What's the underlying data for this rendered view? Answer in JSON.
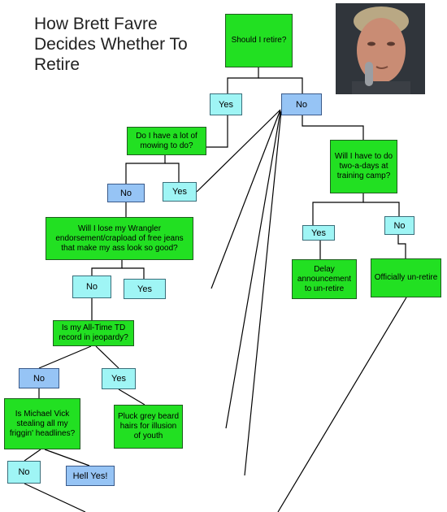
{
  "title": "How Brett Favre Decides Whether To Retire",
  "photo": {
    "description_icon": "portrait-photo"
  },
  "nodes": {
    "should_retire": "Should I retire?",
    "yes1": "Yes",
    "no1": "No",
    "mowing": "Do I have a lot of mowing to do?",
    "no2": "No",
    "yes2": "Yes",
    "wrangler": "Will I lose my Wrangler endorsement/crapload of free jeans that make my ass look so good?",
    "no3": "No",
    "yes3": "Yes",
    "td_record": "Is my All-Time TD record in jeopardy?",
    "no4": "No",
    "yes4": "Yes",
    "vick": "Is Michael Vick stealing all my friggin' headlines?",
    "no5": "No",
    "hell_yes": "Hell Yes!",
    "pluck": "Pluck grey beard hairs for illusion of youth",
    "two_a_days": "Will I have to do two-a-days at training camp?",
    "yes6": "Yes",
    "no6": "No",
    "delay": "Delay announcement to un-retire",
    "officially": "Officially un-retire"
  },
  "colors": {
    "question": "#22e022",
    "yes": "#9ff5f5",
    "no": "#96c4f5",
    "line": "#000000"
  }
}
